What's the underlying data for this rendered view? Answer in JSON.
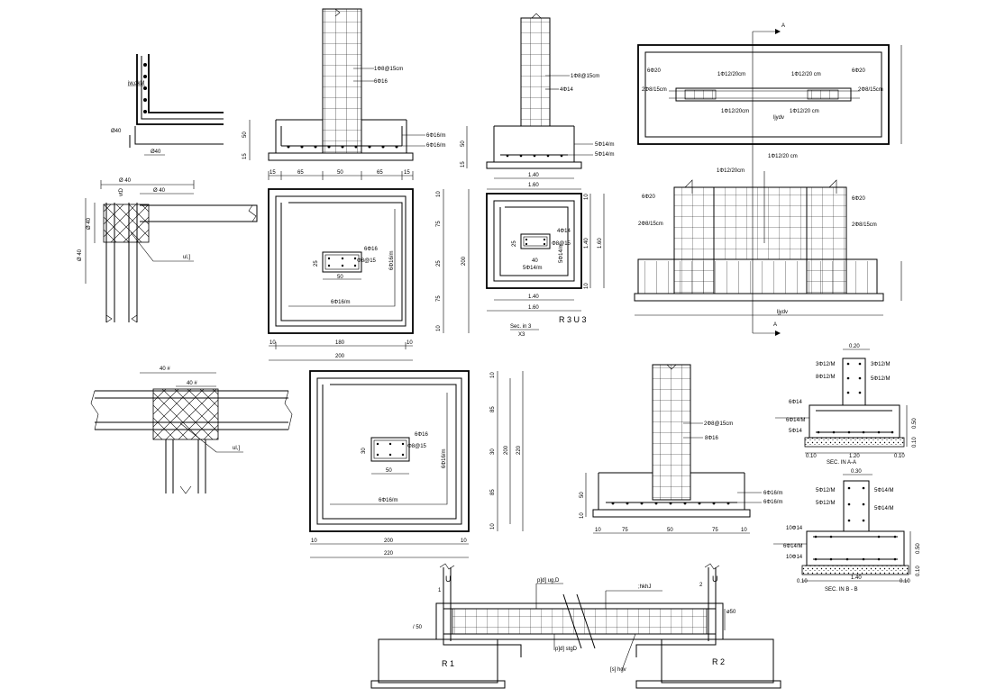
{
  "left_details": {
    "corner_bar_label": "jw,dkM",
    "dia_a": "Ø40",
    "dia_b": "Ø40",
    "joint_dim_top": "Ø 40",
    "joint_dim_inner": "Ø 40",
    "joint_dim_side": "Ø 40",
    "joint_dim_side2": "Ø 40",
    "joint_vlabel": "vtD",
    "joint_callout": "ul,]",
    "joint2_dim_top": "40 #",
    "joint2_dim_inner": "40 #",
    "joint2_callout": "ul,]"
  },
  "footing_a": {
    "stirrup_note": "1Φ8@15cm",
    "bar_note": "6Φ16",
    "mesh_note_1": "6Φ16/m",
    "mesh_note_2": "6Φ16/m",
    "height_1": "50",
    "height_2": "15",
    "dims": [
      "15",
      "65",
      "50",
      "65",
      "15"
    ],
    "plan_col_bars": "6Φ16",
    "plan_col_ties": "Φ8@15",
    "plan_col_w": "50",
    "plan_col_h": "25",
    "plan_mesh_x": "6Φ16/m",
    "plan_mesh_y": "6Φ16/m",
    "plan_inner": "180",
    "plan_outer": "200",
    "plan_edge_a": "10",
    "plan_edge_b": "10",
    "side_dims": [
      "10",
      "75",
      "25",
      "75",
      "10"
    ],
    "side_total": "200"
  },
  "footing_b": {
    "stirrup_note": "1Φ8@15cm",
    "bar_note": "4Φ14",
    "mesh_note_1": "5Φ14/m",
    "mesh_note_2": "5Φ14/m",
    "height_1": "50",
    "height_2": "15",
    "base_1": "1.40",
    "base_2": "1.60",
    "plan_col_bars": "4Φ14",
    "plan_col_ties": "Φ8@15",
    "plan_col_mesh": "5Φ14/m",
    "plan_col_h": "25",
    "plan_col_w": "40",
    "plan_mesh_x": "5Φ14/m",
    "plan_mesh_y": "5Φ14/m",
    "plan_base_1": "1.40",
    "plan_base_2": "1.60",
    "side_1": "10",
    "side_2": "1.40",
    "side_3": "10",
    "side_total": "1.60",
    "caption": "Sec. in 3",
    "scale": "X3",
    "title": "R 3  U 3"
  },
  "beam_plan": {
    "left_bar": "6Φ20",
    "right_bar": "6Φ20",
    "left_tie": "2Φ8/15cm",
    "right_tie": "2Φ8/15cm",
    "top_bars_1": "1Φ12/20cm",
    "top_bars_2": "1Φ12/20 cm",
    "bottom_bars_1": "1Φ12/20cm",
    "bottom_bars_2": "1Φ12/20 cm",
    "section_top": "A",
    "section_bottom": "A",
    "label_mid": "ljydv",
    "elev_left_bar": "6Φ20",
    "elev_right_bar": "6Φ20",
    "elev_left_tie": "2Φ8/15cm",
    "elev_right_tie": "2Φ8/15cm",
    "elev_top_1": "1Φ12/20cm",
    "elev_top_2": "1Φ12/20 cm",
    "elev_label": "ljydv",
    "elev_section": "A"
  },
  "footing_c": {
    "mesh_note_1": "6Φ16/m",
    "mesh_note_2": "6Φ16/m",
    "col_bars": "6Φ16",
    "col_ties": "Φ8@15",
    "col_w": "50",
    "col_h": "30",
    "inner": "200",
    "outer": "220",
    "edge_a": "10",
    "edge_b": "10",
    "side_dims": [
      "10",
      "85",
      "30",
      "85",
      "10"
    ],
    "side_inner": "200",
    "side_total": "220"
  },
  "footing_d": {
    "stirrup_note": "2Φ8@15cm",
    "bar_note": "8Φ16",
    "mesh_note_1": "6Φ16/m",
    "mesh_note_2": "6Φ16/m",
    "height_1": "50",
    "height_2": "10",
    "dims": [
      "10",
      "75",
      "50",
      "75",
      "10"
    ]
  },
  "section_aa": {
    "width": "0.20",
    "bar_l1": "3Φ12/M",
    "bar_r1": "3Φ12/M",
    "bar_l2": "8Φ12/M",
    "bar_r2": "5Φ12/M",
    "bar_l3": "6Φ14",
    "bar_l4": "6Φ14/M",
    "bar_l5": "5Φ14",
    "h_side": "0.50",
    "h_side2": "0.10",
    "base_a": "0.10",
    "base_b": "1.20",
    "base_c": "0.10",
    "caption": "SEC. IN A-A"
  },
  "section_bb": {
    "width": "0.30",
    "bar_l1": "5Φ12/M",
    "bar_r1": "5Φ14/M",
    "bar_l2": "5Φ12/M",
    "bar_r2": "5Φ14/M",
    "bar_l3": "10Φ14",
    "bar_l4": "6Φ14/M",
    "bar_l5": "10Φ14",
    "h_side": "0.50",
    "h_side2": "0.10",
    "base_a": "0.10",
    "base_b": "1.40",
    "base_c": "0.10",
    "caption": "SEC. IN B - B"
  },
  "tie_beam": {
    "top_label": "p]d] ug,D",
    "top_label_2": ";hkhJ",
    "bottom_label": "p]d] stgD",
    "bottom_label_2": "[s] hgv",
    "left_mark": "U",
    "left_num": "1",
    "right_mark": "U",
    "right_num": "2",
    "left_dim": "/ 50",
    "right_dim": "ø50",
    "footing_left": "R 1",
    "footing_right": "R 2"
  }
}
